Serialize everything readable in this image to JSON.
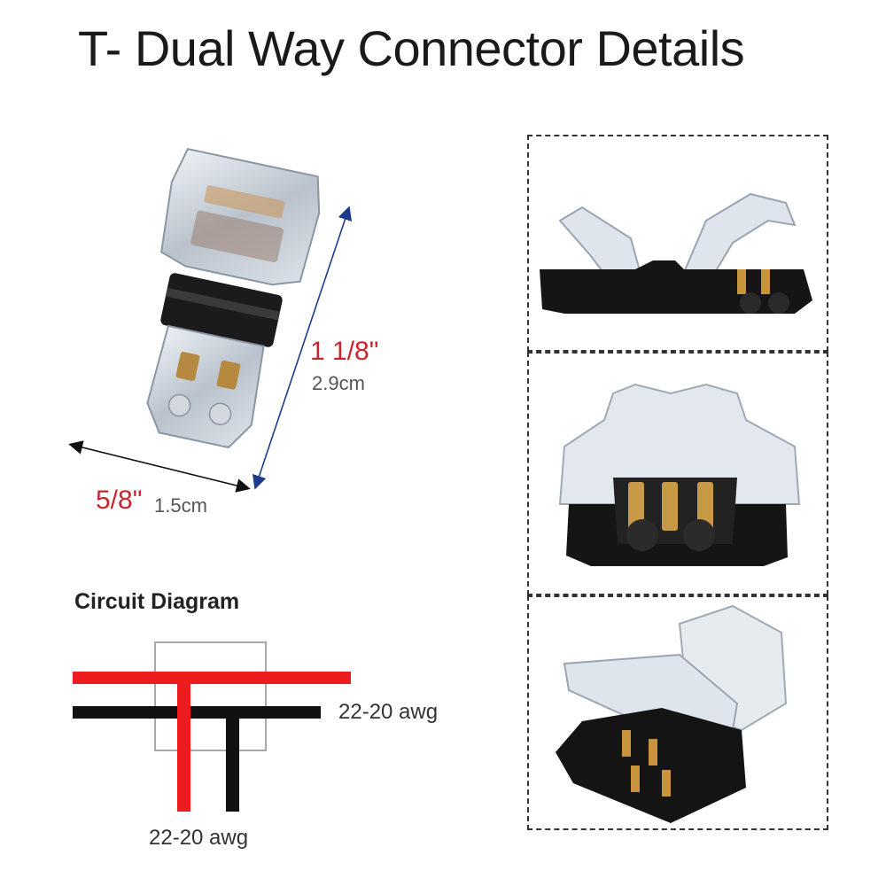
{
  "title": "T- Dual Way Connector Details",
  "dimensions": {
    "length_inch": "1 1/8\"",
    "length_cm": "2.9cm",
    "width_inch": "5/8\"",
    "width_cm": "1.5cm"
  },
  "circuit": {
    "heading": "Circuit Diagram",
    "main_wire_label": "22-20 awg",
    "branch_wire_label": "22-20 awg"
  },
  "colors": {
    "red_wire": "#ee1c1c",
    "black_wire": "#111111",
    "dimension_red": "#c8262e",
    "arrow_blue": "#1e3a8a"
  }
}
